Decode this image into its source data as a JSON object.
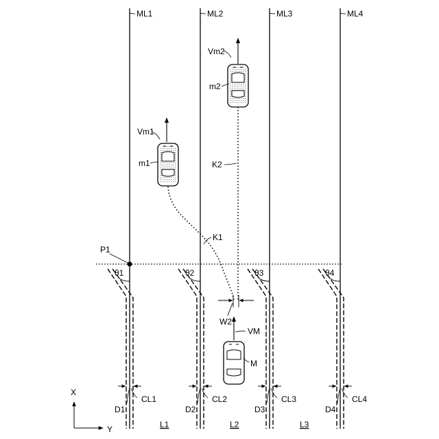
{
  "lane_marks": [
    "ML1",
    "ML2",
    "ML3",
    "ML4"
  ],
  "lanes": [
    "L1",
    "L2",
    "L3"
  ],
  "angles": [
    "θ1",
    "θ2",
    "θ3",
    "θ4"
  ],
  "distances": [
    "D1",
    "D2",
    "D3",
    "D4"
  ],
  "centerlines": [
    "CL1",
    "CL2",
    "CL3",
    "CL4"
  ],
  "vehicles": {
    "m1": {
      "label": "m1",
      "velocity": "Vm1",
      "trajectory": "K1"
    },
    "m2": {
      "label": "m2",
      "velocity": "Vm2",
      "trajectory": "K2"
    },
    "M": {
      "label": "M",
      "velocity": "VM"
    }
  },
  "point": "P1",
  "width_label": "W2",
  "axes": {
    "x": "X",
    "y": "Y"
  }
}
